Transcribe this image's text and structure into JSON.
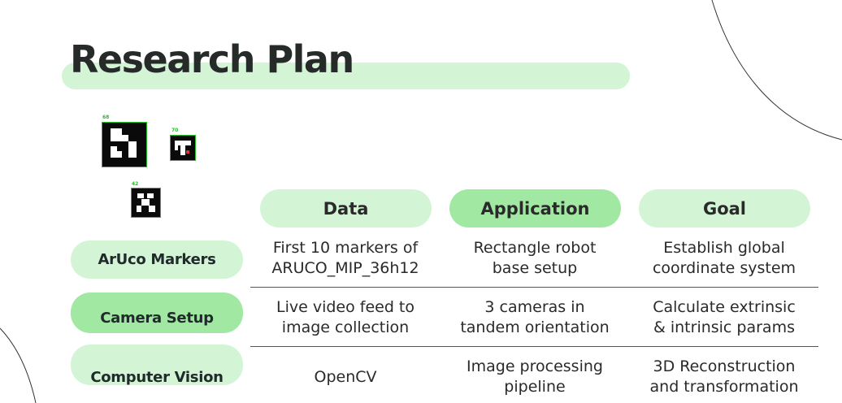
{
  "title": "Research Plan",
  "markers": [
    {
      "id_label": "68"
    },
    {
      "id_label": "70"
    },
    {
      "id_label": "42"
    }
  ],
  "columns": [
    "Data",
    "Application",
    "Goal"
  ],
  "rows": [
    {
      "label": "ArUco Markers",
      "cells": [
        "First 10 markers of\nARUCO_MIP_36h12",
        "Rectangle robot\nbase setup",
        "Establish global\ncoordinate system"
      ]
    },
    {
      "label": "Camera Setup",
      "cells": [
        "Live video feed to\nimage collection",
        "3 cameras in\ntandem orientation",
        "Calculate extrinsic\n& intrinsic params"
      ]
    },
    {
      "label": "Computer Vision",
      "cells": [
        "OpenCV",
        "Image processing\npipeline",
        "3D Reconstruction\nand transformation"
      ]
    }
  ],
  "colors": {
    "pill_light": "#d3f5d6",
    "pill_active": "#a1e9a3",
    "marker_outline": "#22c022"
  }
}
